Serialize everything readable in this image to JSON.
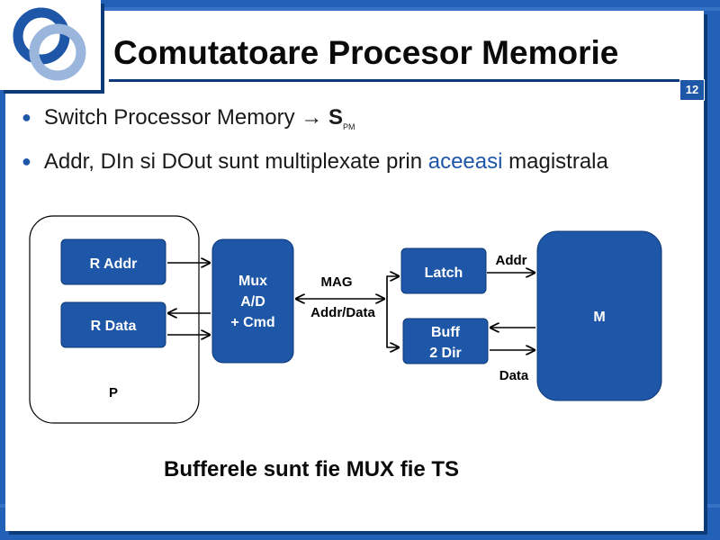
{
  "title": "Comutatoare Procesor Memorie",
  "page_number": "12",
  "bullets": {
    "b1_text": "Switch Processor Memory → ",
    "b1_symbol": "S",
    "b1_sub": "PM",
    "b2_pre": "Addr, DIn si DOut sunt multiplexate prin ",
    "b2_highlight": "aceeasi",
    "b2_post": " magistrala"
  },
  "diagram": {
    "processor_label": "P",
    "r_addr": "R Addr",
    "r_data": "R Data",
    "mux_line1": "Mux",
    "mux_line2": "A/D",
    "mux_line3": "+ Cmd",
    "mag_label": "MAG",
    "addr_data_label": "Addr/Data",
    "latch": "Latch",
    "buff_line1": "Buff",
    "buff_line2": "2 Dir",
    "addr_label": "Addr",
    "data_label": "Data",
    "memory": "M"
  },
  "caption": "Bufferele sunt fie MUX fie TS",
  "colors": {
    "accent": "#1e56a8",
    "block": "#1e56a8",
    "frame": "#2360b8"
  },
  "icons": {
    "logo": "ring-logo-icon"
  }
}
